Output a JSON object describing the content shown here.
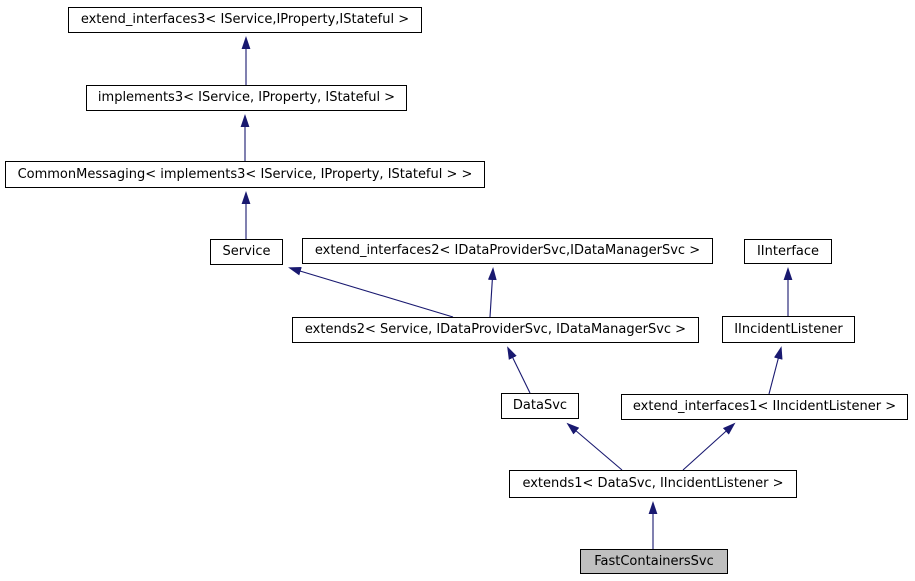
{
  "diagram": {
    "kind": "class-inheritance-graph",
    "colors": {
      "edge": "#191970",
      "node_border": "#000000",
      "node_fill": "#ffffff",
      "highlight_fill": "#bfbfbf",
      "background": "#ffffff"
    },
    "nodes": [
      {
        "id": "extend_interfaces3",
        "label": "extend_interfaces3< IService,IProperty,IStateful >",
        "highlighted": false
      },
      {
        "id": "implements3",
        "label": "implements3< IService, IProperty, IStateful >",
        "highlighted": false
      },
      {
        "id": "CommonMessaging",
        "label": "CommonMessaging< implements3< IService, IProperty, IStateful > >",
        "highlighted": false
      },
      {
        "id": "Service",
        "label": "Service",
        "highlighted": false
      },
      {
        "id": "extend_interfaces2",
        "label": "extend_interfaces2< IDataProviderSvc,IDataManagerSvc >",
        "highlighted": false
      },
      {
        "id": "IInterface",
        "label": "IInterface",
        "highlighted": false
      },
      {
        "id": "extends2",
        "label": "extends2< Service, IDataProviderSvc, IDataManagerSvc >",
        "highlighted": false
      },
      {
        "id": "IIncidentListener",
        "label": "IIncidentListener",
        "highlighted": false
      },
      {
        "id": "DataSvc",
        "label": "DataSvc",
        "highlighted": false
      },
      {
        "id": "extend_interfaces1",
        "label": "extend_interfaces1< IIncidentListener >",
        "highlighted": false
      },
      {
        "id": "extends1",
        "label": "extends1< DataSvc, IIncidentListener >",
        "highlighted": false
      },
      {
        "id": "FastContainersSvc",
        "label": "FastContainersSvc",
        "highlighted": true
      }
    ],
    "edges": [
      {
        "from": "implements3",
        "to": "extend_interfaces3"
      },
      {
        "from": "CommonMessaging",
        "to": "implements3"
      },
      {
        "from": "Service",
        "to": "CommonMessaging"
      },
      {
        "from": "extends2",
        "to": "Service"
      },
      {
        "from": "extends2",
        "to": "extend_interfaces2"
      },
      {
        "from": "DataSvc",
        "to": "extends2"
      },
      {
        "from": "IIncidentListener",
        "to": "IInterface"
      },
      {
        "from": "extend_interfaces1",
        "to": "IIncidentListener"
      },
      {
        "from": "extends1",
        "to": "DataSvc"
      },
      {
        "from": "extends1",
        "to": "extend_interfaces1"
      },
      {
        "from": "FastContainersSvc",
        "to": "extends1"
      }
    ]
  }
}
